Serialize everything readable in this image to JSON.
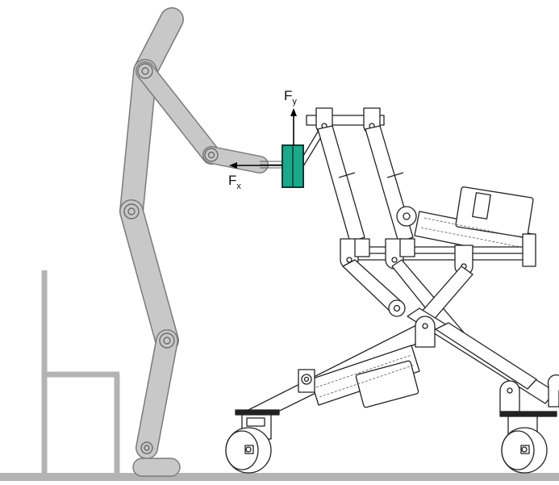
{
  "diagram": {
    "force_y": {
      "main": "F",
      "sub": "y"
    },
    "force_x": {
      "main": "F",
      "sub": "x"
    },
    "colors": {
      "human_link": "#c8c8c8",
      "human_outline": "#7a7a7a",
      "chair": "#b4b4b4",
      "floor": "#b4b4b4",
      "handle_sensor": "#1ca88a",
      "robot_line": "#222222"
    },
    "icons": [
      "human-body-model",
      "chair",
      "force-sensor",
      "standing-assist-robot",
      "castor-wheel"
    ]
  }
}
